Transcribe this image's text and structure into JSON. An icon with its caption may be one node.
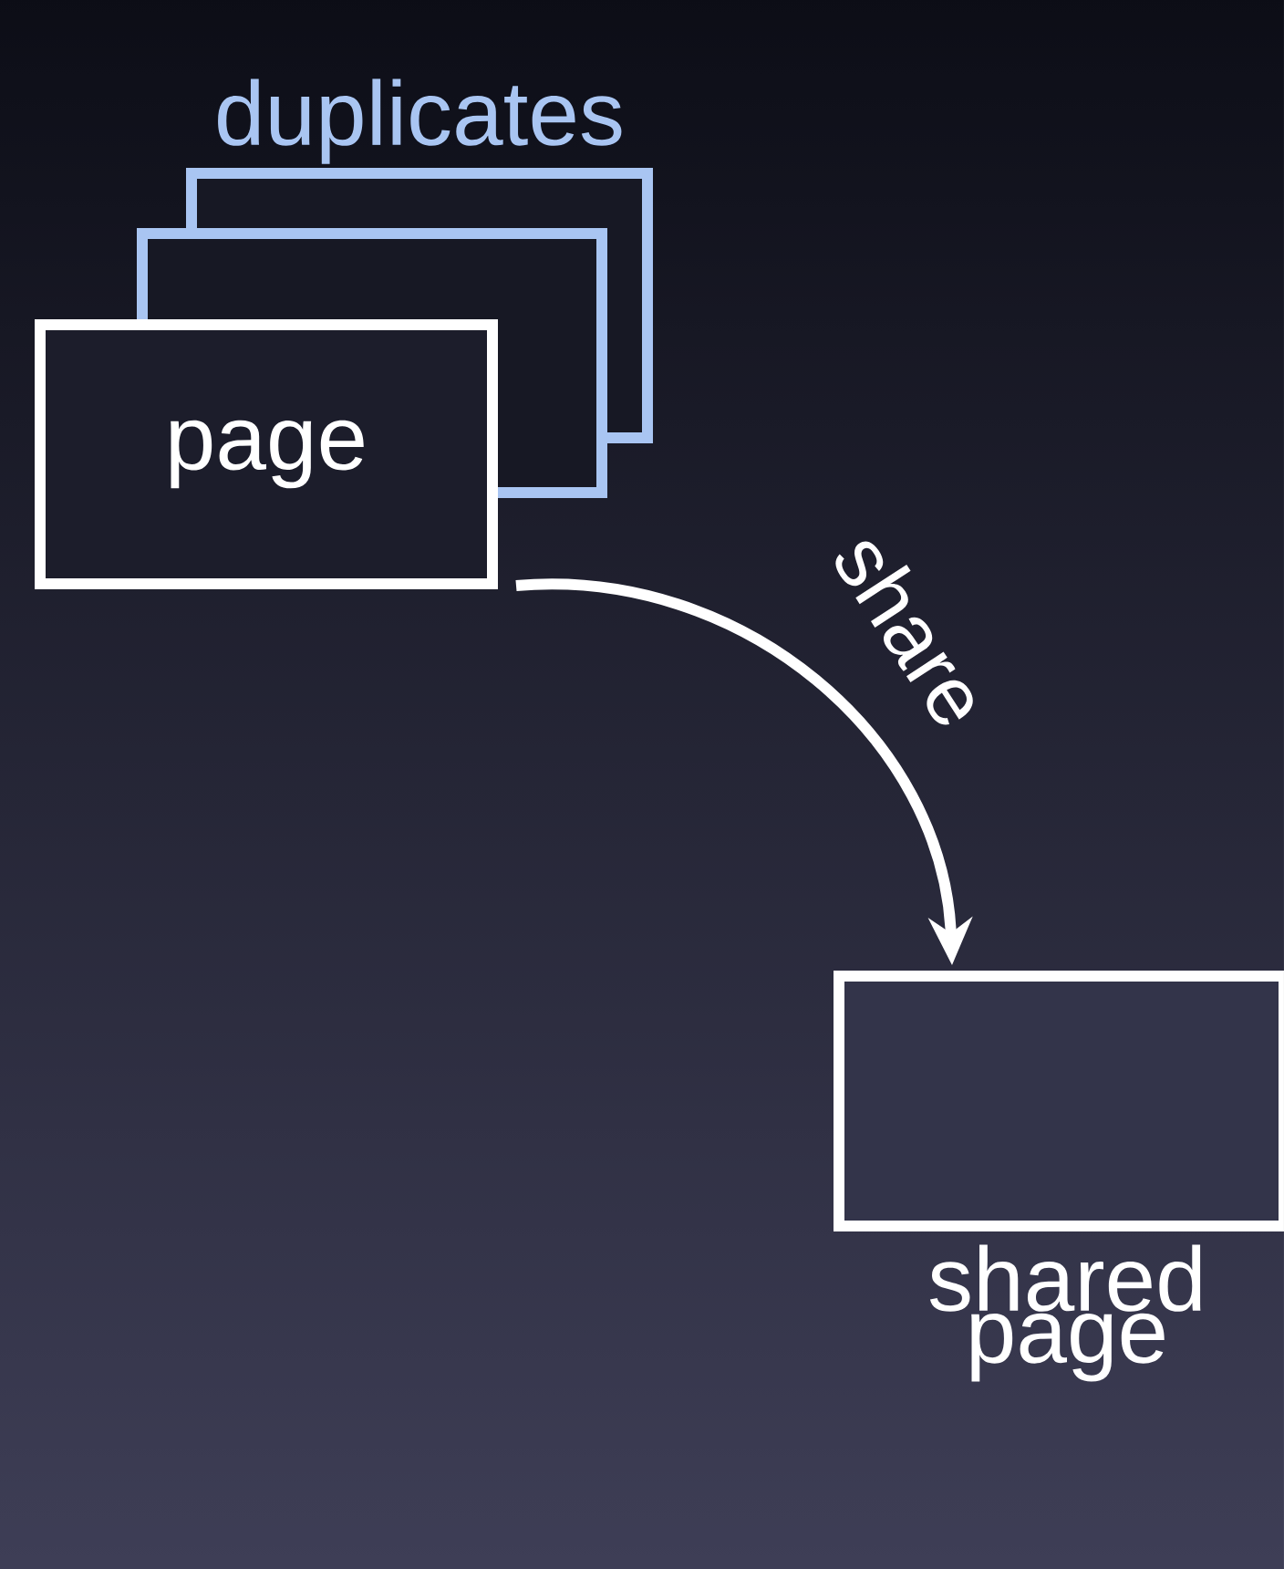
{
  "diagram": {
    "nodes": [
      {
        "text": [
          "duplicates"
        ]
      },
      {
        "text": [],
        "shape": "box"
      },
      {
        "text": [
          "page"
        ]
      },
      {
        "text": [
          "shared page"
        ]
      }
    ],
    "edges": [
      {
        "from": 2,
        "to": 3,
        "arrow": "to",
        "label": "share"
      }
    ]
  }
}
